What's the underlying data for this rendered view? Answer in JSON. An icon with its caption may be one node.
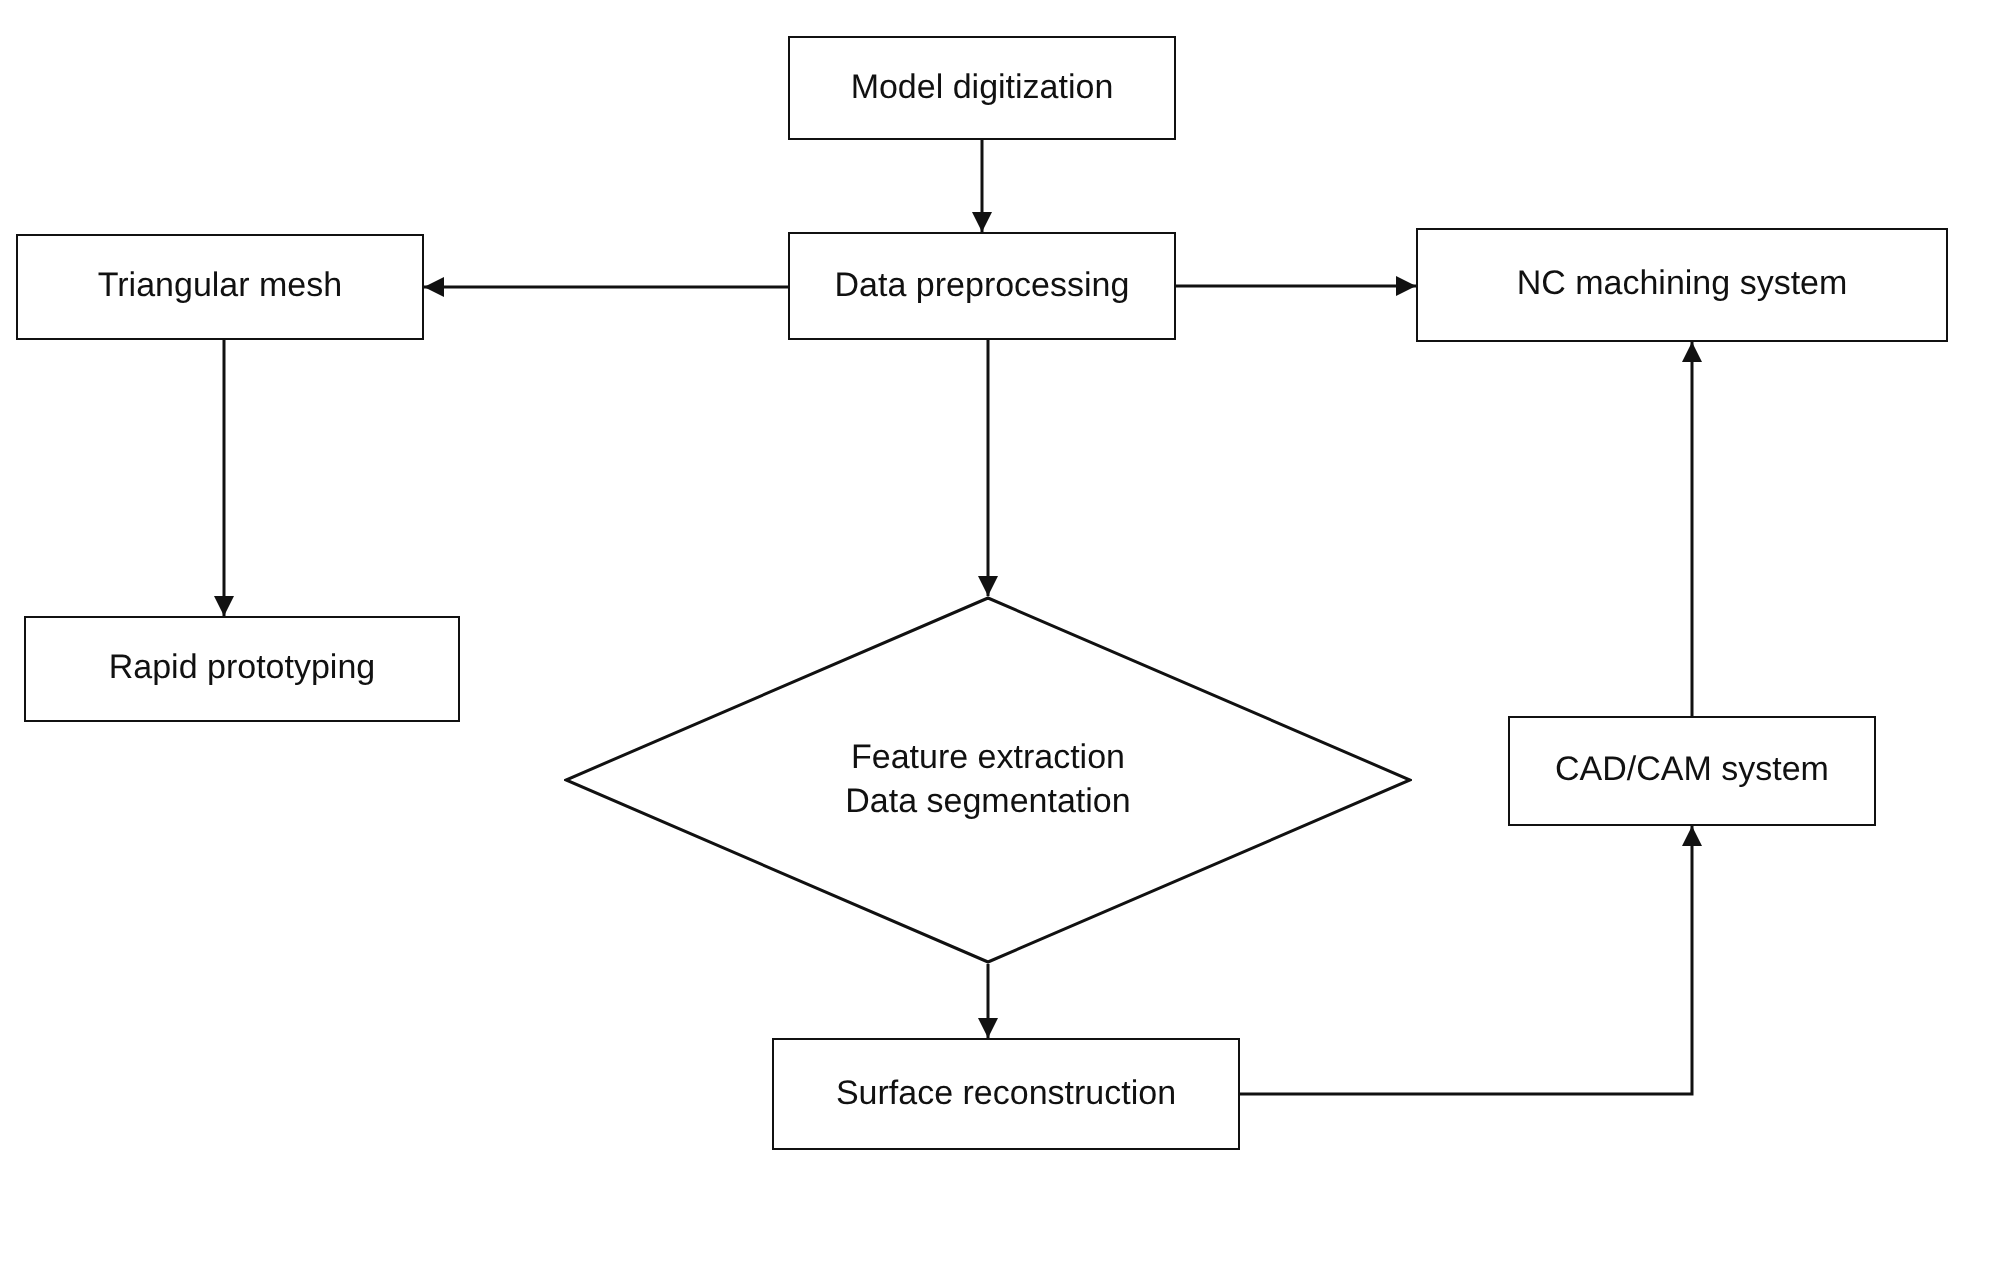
{
  "diagram": {
    "nodes": [
      {
        "text": [
          "Model digitization"
        ]
      },
      {
        "text": [
          "Data preprocessing"
        ]
      },
      {
        "text": [
          "Triangular mesh"
        ]
      },
      {
        "text": [
          "NC machining system"
        ]
      },
      {
        "text": [
          "Rapid prototyping"
        ]
      },
      {
        "text": [
          "Feature extraction",
          "Data segmentation"
        ]
      },
      {
        "text": [
          "CAD/CAM system"
        ]
      },
      {
        "text": [
          "Surface reconstruction"
        ]
      }
    ],
    "edges": [
      {
        "from": 0,
        "to": 1,
        "arrow": "to"
      },
      {
        "from": 1,
        "to": 2,
        "arrow": "to"
      },
      {
        "from": 1,
        "to": 3,
        "arrow": "to"
      },
      {
        "from": 2,
        "to": 4,
        "arrow": "to"
      },
      {
        "from": 1,
        "to": 5,
        "arrow": "to"
      },
      {
        "from": 5,
        "to": 7,
        "arrow": "to"
      },
      {
        "from": 7,
        "to": 6,
        "arrow": "to"
      },
      {
        "from": 6,
        "to": 3,
        "arrow": "to"
      }
    ]
  }
}
